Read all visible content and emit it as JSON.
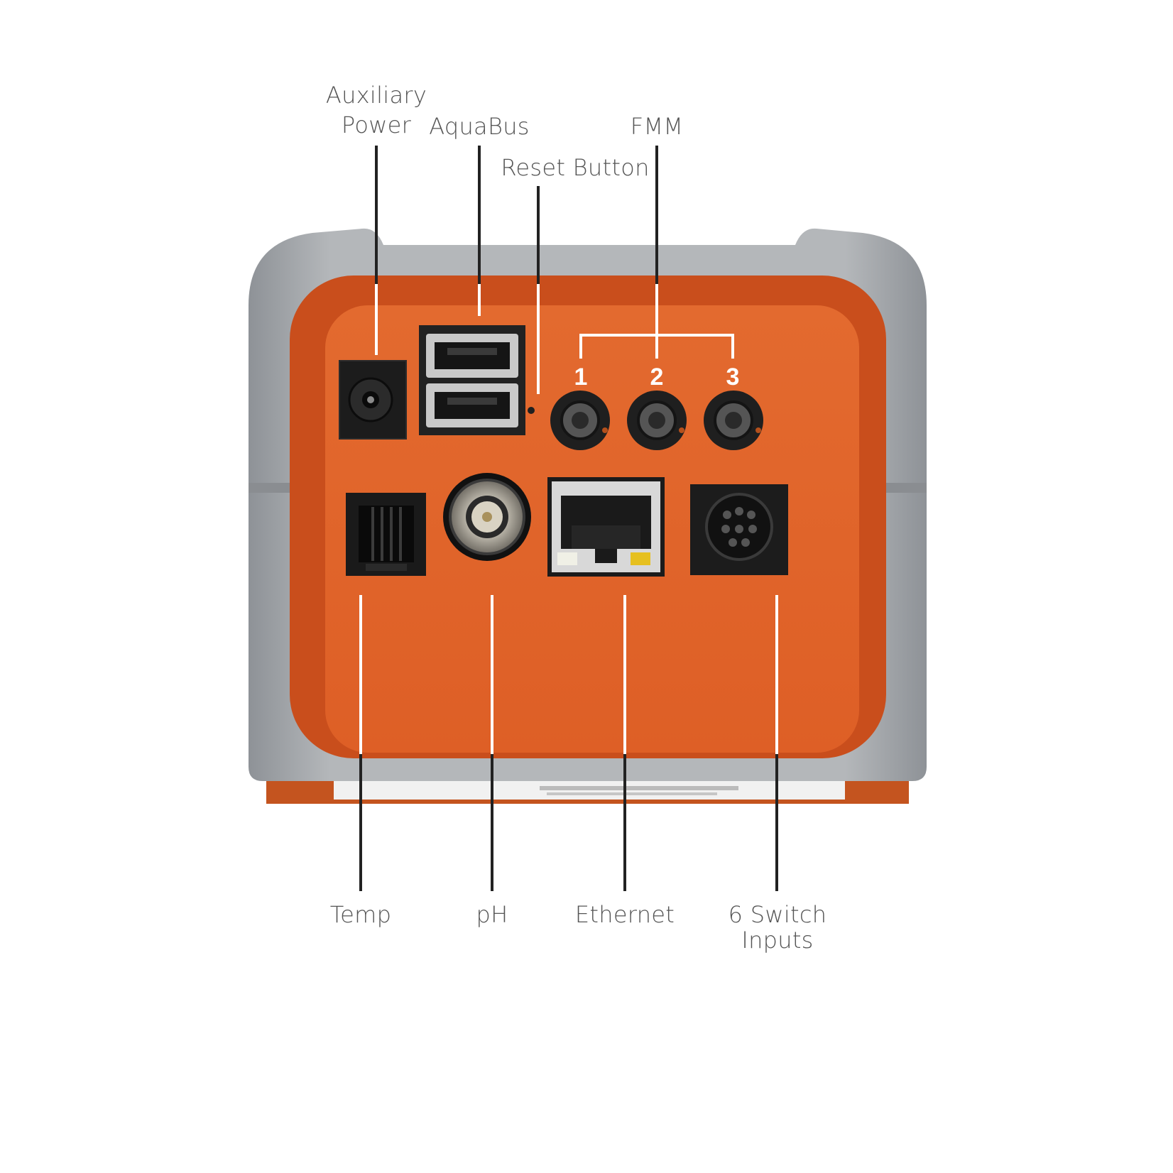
{
  "labels": {
    "aux_power_line1": "Auxiliary",
    "aux_power_line2": "Power",
    "aquabus": "AquaBus",
    "reset_button": "Reset Button",
    "fmm": "FMM",
    "temp": "Temp",
    "ph": "pH",
    "ethernet": "Ethernet",
    "switch_inputs_line1": "6 Switch",
    "switch_inputs_line2": "Inputs"
  },
  "fmm_ports": [
    "1",
    "2",
    "3"
  ],
  "colors": {
    "housing_gray": "#9fa3a7",
    "panel_orange": "#e0632a",
    "panel_rim_orange": "#c94e1c",
    "port_black": "#1e1e1e",
    "leader_line_dark": "#222222",
    "leader_line_light": "#ffffff",
    "label_text": "#555555"
  }
}
